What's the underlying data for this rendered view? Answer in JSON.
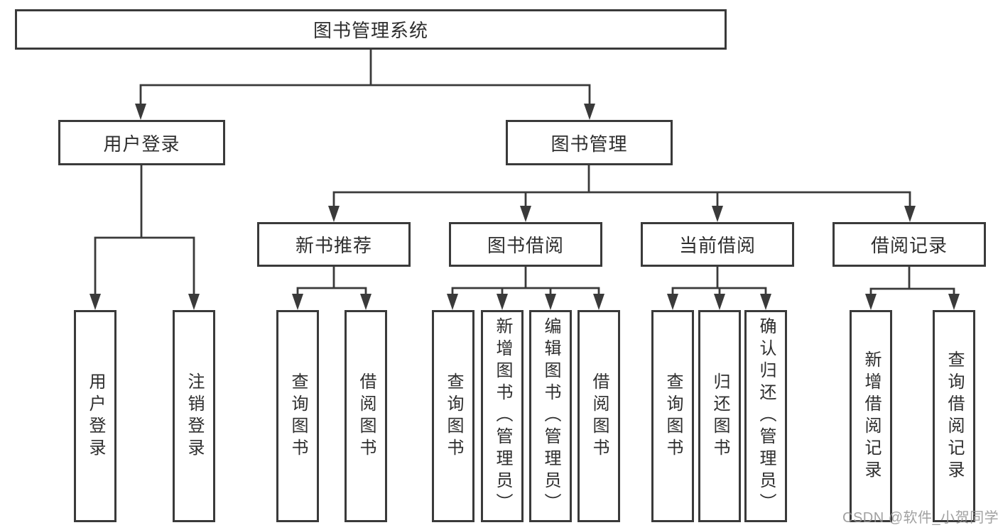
{
  "diagram_title": "图书管理系统",
  "nodes": {
    "root": {
      "label": "图书管理系统"
    },
    "branches": [
      {
        "label": "用户登录"
      },
      {
        "label": "图书管理"
      }
    ],
    "sections": [
      {
        "label": "新书推荐",
        "parent": "图书管理"
      },
      {
        "label": "图书借阅",
        "parent": "图书管理"
      },
      {
        "label": "当前借阅",
        "parent": "图书管理"
      },
      {
        "label": "借阅记录",
        "parent": "图书管理"
      }
    ],
    "leaves": [
      {
        "label": "用户登录",
        "parent": "用户登录"
      },
      {
        "label": "注销登录",
        "parent": "用户登录"
      },
      {
        "label": "查询图书",
        "parent": "新书推荐"
      },
      {
        "label": "借阅图书",
        "parent": "新书推荐"
      },
      {
        "label": "查询图书",
        "parent": "图书借阅"
      },
      {
        "label": "新增图书（管理员）",
        "parent": "图书借阅"
      },
      {
        "label": "编辑图书（管理员）",
        "parent": "图书借阅"
      },
      {
        "label": "借阅图书",
        "parent": "图书借阅"
      },
      {
        "label": "查询图书",
        "parent": "当前借阅"
      },
      {
        "label": "归还图书",
        "parent": "当前借阅"
      },
      {
        "label": "确认归还（管理员）",
        "parent": "当前借阅"
      },
      {
        "label": "新增借阅记录",
        "parent": "借阅记录"
      },
      {
        "label": "查询借阅记录",
        "parent": "借阅记录"
      }
    ]
  },
  "watermark": {
    "text": "CSDN @软件_小贺同学"
  },
  "colors": {
    "line": "#3a3a3a",
    "text": "#2e2e2e",
    "background": "#ffffff",
    "watermark": "#919191"
  }
}
